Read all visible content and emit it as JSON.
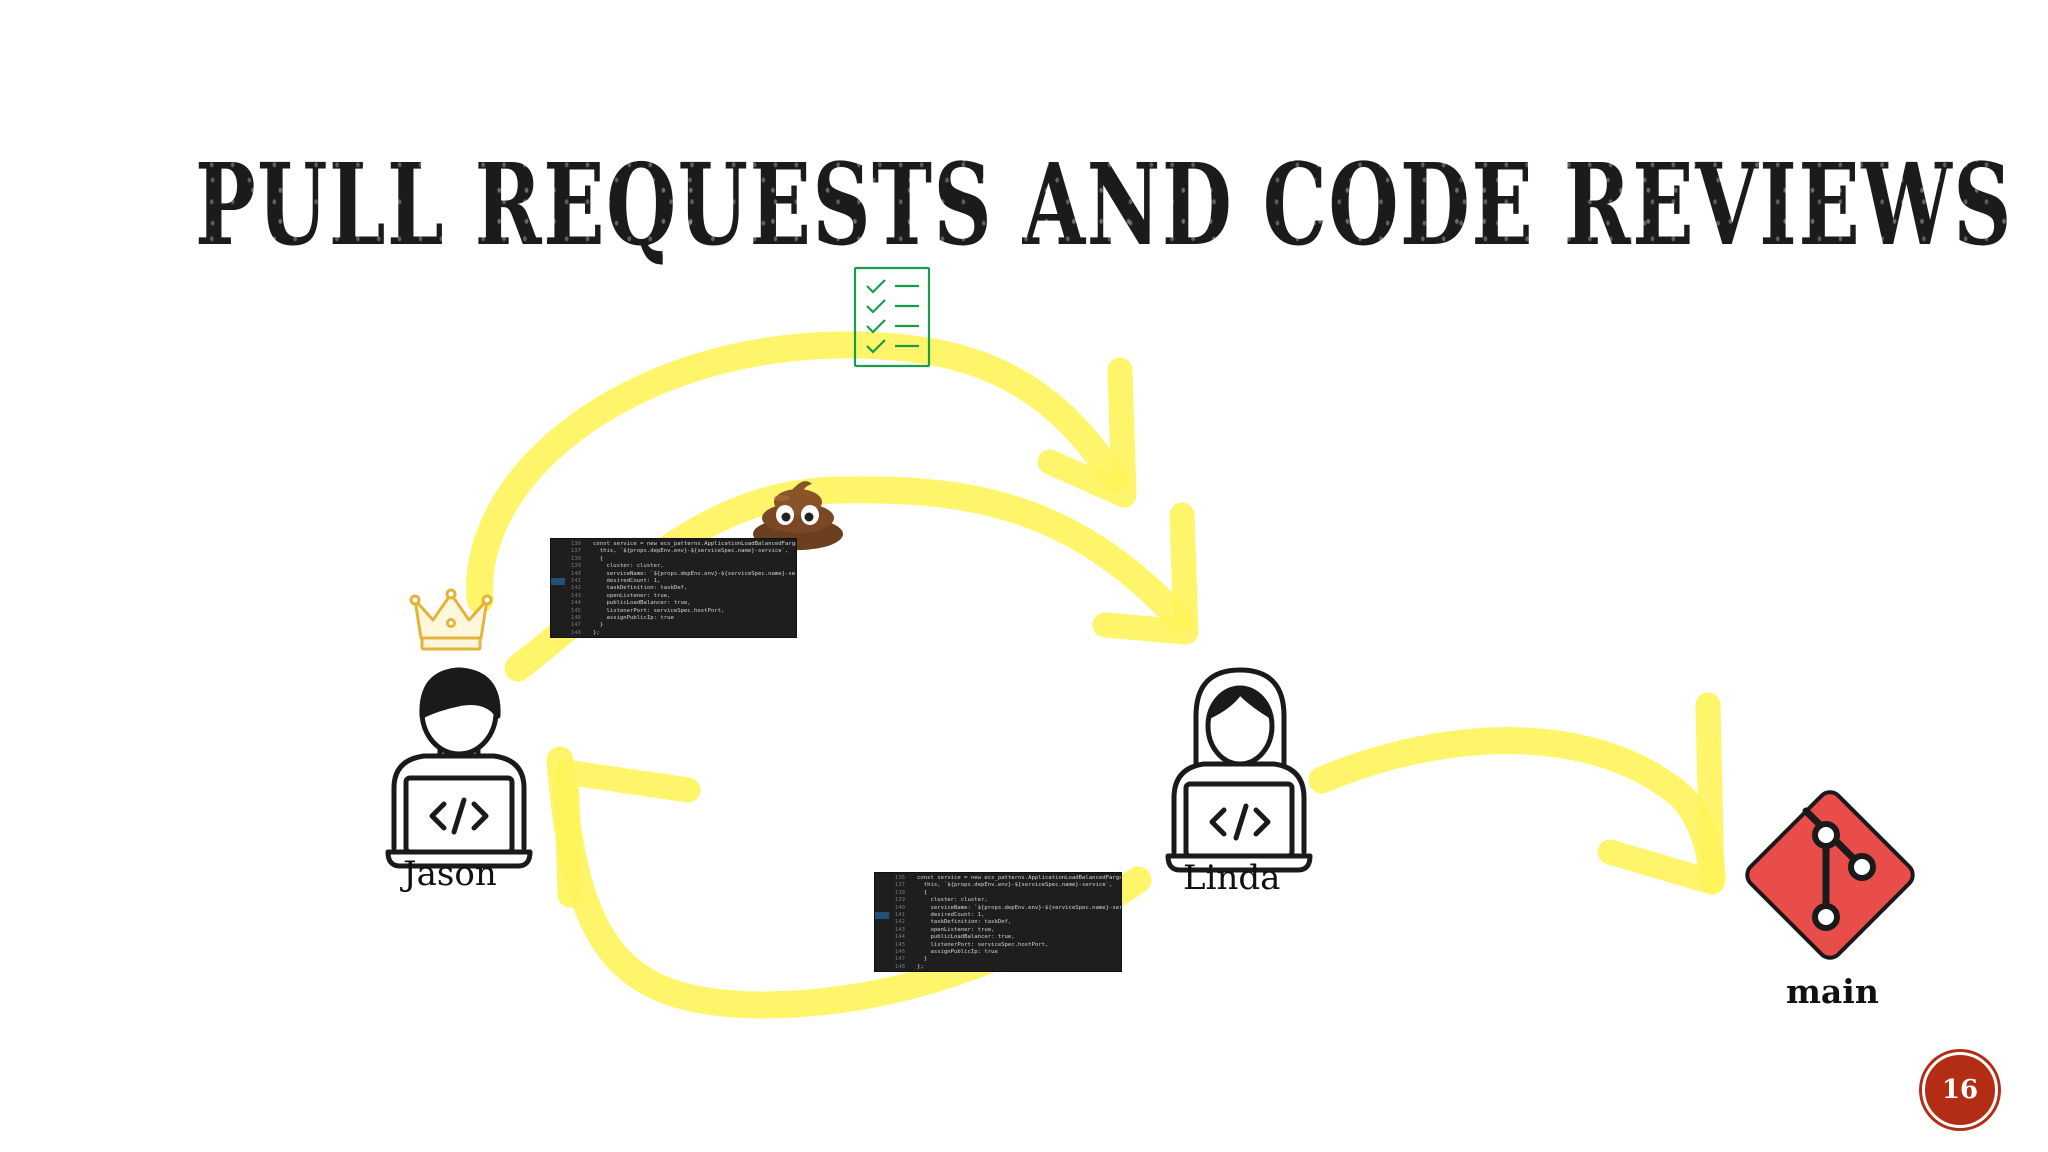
{
  "slide": {
    "title": "PULL REQUESTS AND CODE REVIEWS",
    "page_number": "16"
  },
  "people": {
    "left": "Jason",
    "right": "Linda"
  },
  "repository": {
    "branch": "main"
  },
  "icons": [
    "crown-icon",
    "checklist-icon",
    "poop-emoji-icon",
    "developer-icon",
    "git-logo-icon"
  ],
  "colors": {
    "highlight": "#fff45a",
    "crown": "#e4b43a",
    "checklist": "#1a9d4a",
    "git": "#e84d4a",
    "badge": "#b22d13",
    "code_bg": "#1e1e1e"
  },
  "code_snippet": {
    "lines": [
      {
        "n": "136",
        "text": "const service = new ecs_patterns.ApplicationLoadBalancedFargateService("
      },
      {
        "n": "137",
        "text": "  this, `${props.depEnv.env}-${serviceSpec.name}-service`,"
      },
      {
        "n": "138",
        "text": "  {"
      },
      {
        "n": "139",
        "text": "    cluster: cluster,"
      },
      {
        "n": "140",
        "text": "    serviceName: `${props.depEnv.env}-${serviceSpec.name}-service`,"
      },
      {
        "n": "141",
        "text": "    desiredCount: 1,",
        "hl": true
      },
      {
        "n": "142",
        "text": "    taskDefinition: taskDef,"
      },
      {
        "n": "143",
        "text": "    openListener: true,"
      },
      {
        "n": "144",
        "text": "    publicLoadBalancer: true,"
      },
      {
        "n": "145",
        "text": "    listenerPort: serviceSpec.hostPort,"
      },
      {
        "n": "146",
        "text": "    assignPublicIp: true"
      },
      {
        "n": "147",
        "text": "  }"
      },
      {
        "n": "148",
        "text": "};"
      }
    ]
  }
}
